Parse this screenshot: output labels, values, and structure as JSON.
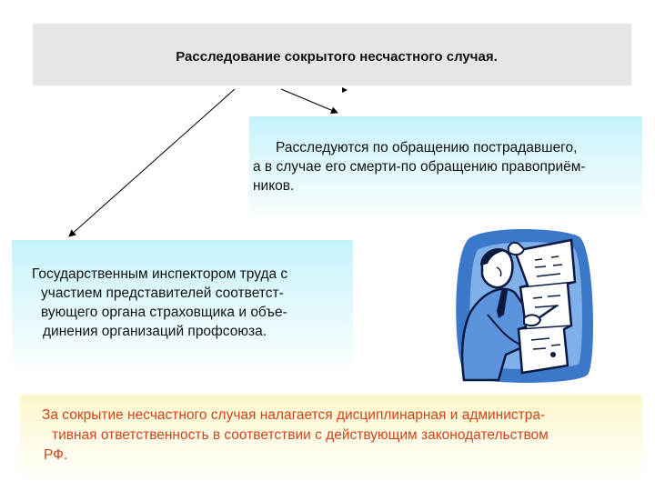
{
  "title": "Расследование сокрытого несчастного случая.",
  "right_box": {
    "lines": [
      "Расследуются по обращению пострадавшего,",
      "а в случае его смерти-по обращению правоприём-",
      "ников."
    ]
  },
  "left_box": {
    "lines": [
      "Государственным инспектором труда с",
      "участием представителей соответст-",
      "вующего органа страховщика и объе-",
      "динения организаций профсоюза."
    ]
  },
  "note_box": {
    "lines": [
      "За сокрытие несчастного случая налагается дисциплинарная и администра-",
      "тивная ответственность в соответствии с действующим законодательством",
      "РФ."
    ]
  },
  "illustration": "man-holding-document-clipart",
  "colors": {
    "title_bg": "#e6e6e6",
    "cyan_box": "#c4f3fb",
    "yellow_box": "#fbf6c8",
    "note_text": "#d0451b",
    "clipart_blue": "#3b78c9"
  }
}
